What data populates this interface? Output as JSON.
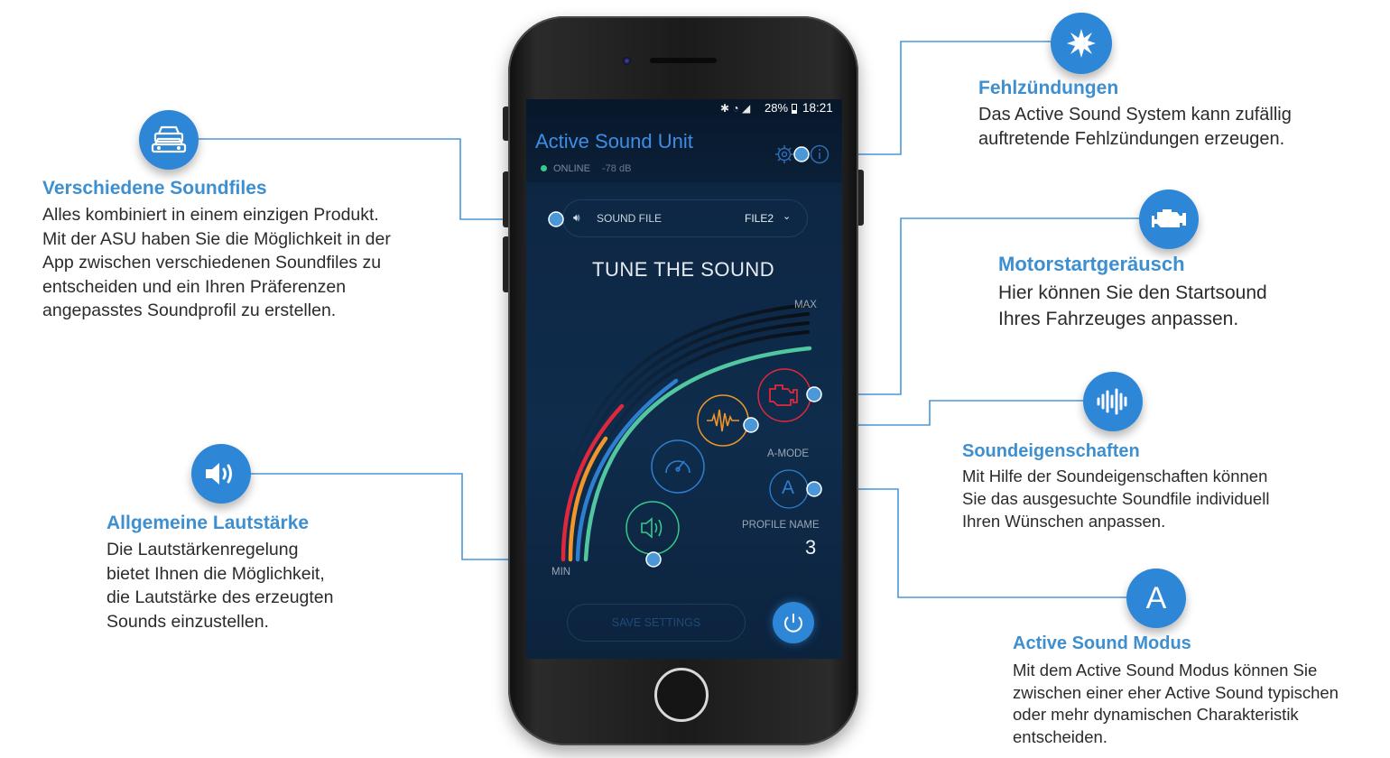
{
  "callouts": {
    "soundfiles": {
      "title": "Verschiedene Soundfiles",
      "lines": [
        "Alles kombiniert in einem einzigen Produkt.",
        "Mit der ASU haben Sie die Möglichkeit in der",
        "App zwischen verschiedenen Soundfiles zu",
        "entscheiden und ein Ihren Präferenzen",
        "angepasstes Soundprofil zu erstellen."
      ],
      "icon": "car-icon"
    },
    "lautstaerke": {
      "title": "Allgemeine Lautstärke",
      "lines": [
        "Die Lautstärkenregelung",
        "bietet Ihnen die Möglichkeit,",
        "die Lautstärke des erzeugten",
        "Sounds einzustellen."
      ],
      "icon": "speaker-icon"
    },
    "fehlzuendungen": {
      "title": "Fehlzündungen",
      "lines": [
        "Das Active Sound System kann zufällig",
        "auftretende Fehlzündungen erzeugen."
      ],
      "icon": "spark-icon"
    },
    "motorstart": {
      "title": "Motorstartgeräusch",
      "lines": [
        "Hier können Sie den Startsound",
        "Ihres Fahrzeuges anpassen."
      ],
      "icon": "engine-icon"
    },
    "soundeigenschaften": {
      "title": "Soundeigenschaften",
      "lines": [
        "Mit Hilfe der Soundeigenschaften können",
        "Sie das ausgesuchte Soundfile individuell",
        "Ihren Wünschen anpassen."
      ],
      "icon": "waveform-icon"
    },
    "modus": {
      "title": "Active Sound Modus",
      "badge_letter": "A",
      "lines": [
        "Mit dem Active Sound Modus können Sie",
        "zwischen einer eher Active Sound typischen",
        "oder mehr dynamischen Charakteristik",
        "entscheiden."
      ],
      "icon": "letter-a-icon"
    }
  },
  "app": {
    "status": {
      "battery": "28%",
      "time": "18:21"
    },
    "title": "Active Sound Unit",
    "online": "ONLINE",
    "signal": "-78 dB",
    "sound_file_label": "SOUND FILE",
    "sound_file_value": "FILE2",
    "heading": "TUNE THE SOUND",
    "max_label": "MAX",
    "min_label": "MIN",
    "amode_label": "A-MODE",
    "amode_letter": "A",
    "profile_label": "PROFILE NAME",
    "profile_value": "3",
    "save_label": "SAVE SETTINGS"
  },
  "colors": {
    "accent": "#3d8fd0",
    "arc_red": "#e0283c",
    "arc_orange": "#f0962a",
    "arc_blue": "#2e7fd0",
    "arc_green": "#52c6a0"
  }
}
